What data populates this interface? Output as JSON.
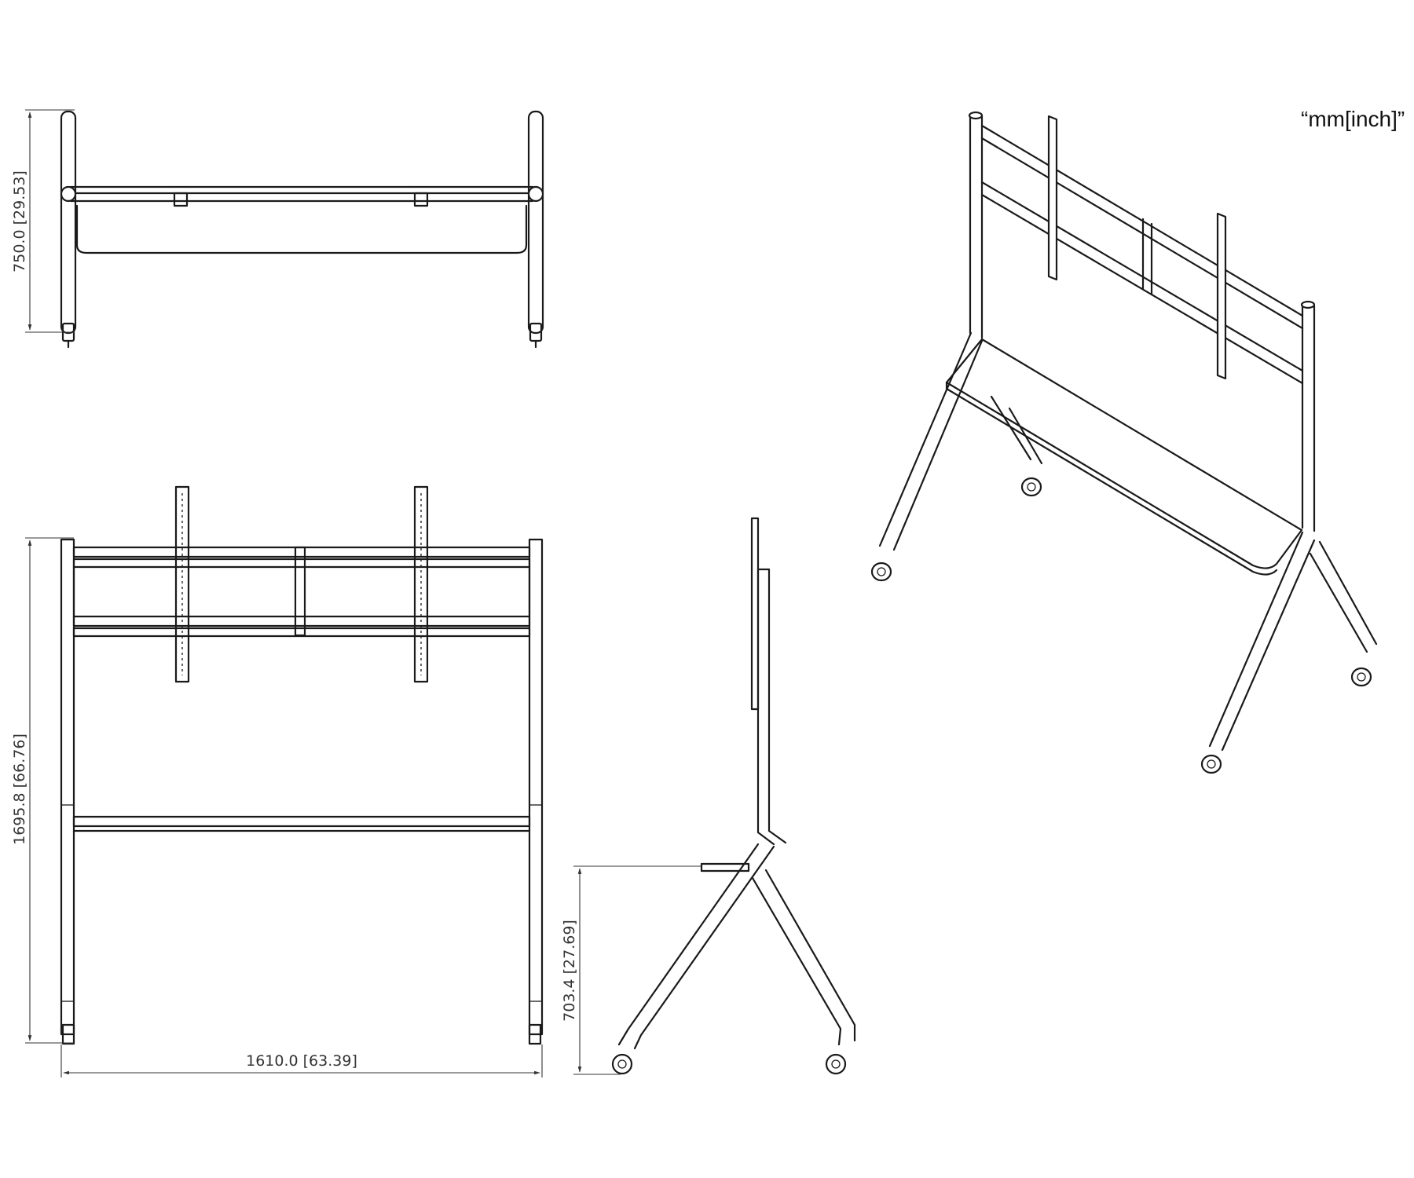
{
  "units_label": "“mm[inch]”",
  "dimensions": {
    "top_view_depth": "750.0 [29.53]",
    "front_view_height": "1695.8 [66.76]",
    "front_view_width": "1610.0 [63.39]",
    "side_view_shelf_height": "703.4 [27.69]"
  }
}
